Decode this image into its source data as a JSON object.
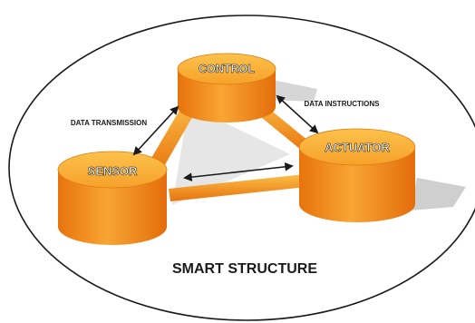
{
  "diagram": {
    "title": "SMART STRUCTURE",
    "nodes": {
      "control": "CONTROL",
      "sensor": "SENSOR",
      "actuator": "ACTUATOR"
    },
    "edges": {
      "sensor_control": "DATA TRANSMISSION",
      "control_actuator": "DATA INSTRUCTIONS"
    },
    "colors": {
      "cylinder_side": "#f07f14",
      "cylinder_top": "#f9b233",
      "bar": "#f39a2a",
      "shadow": "#cfcfcf",
      "outline": "#1a1a1a"
    }
  }
}
